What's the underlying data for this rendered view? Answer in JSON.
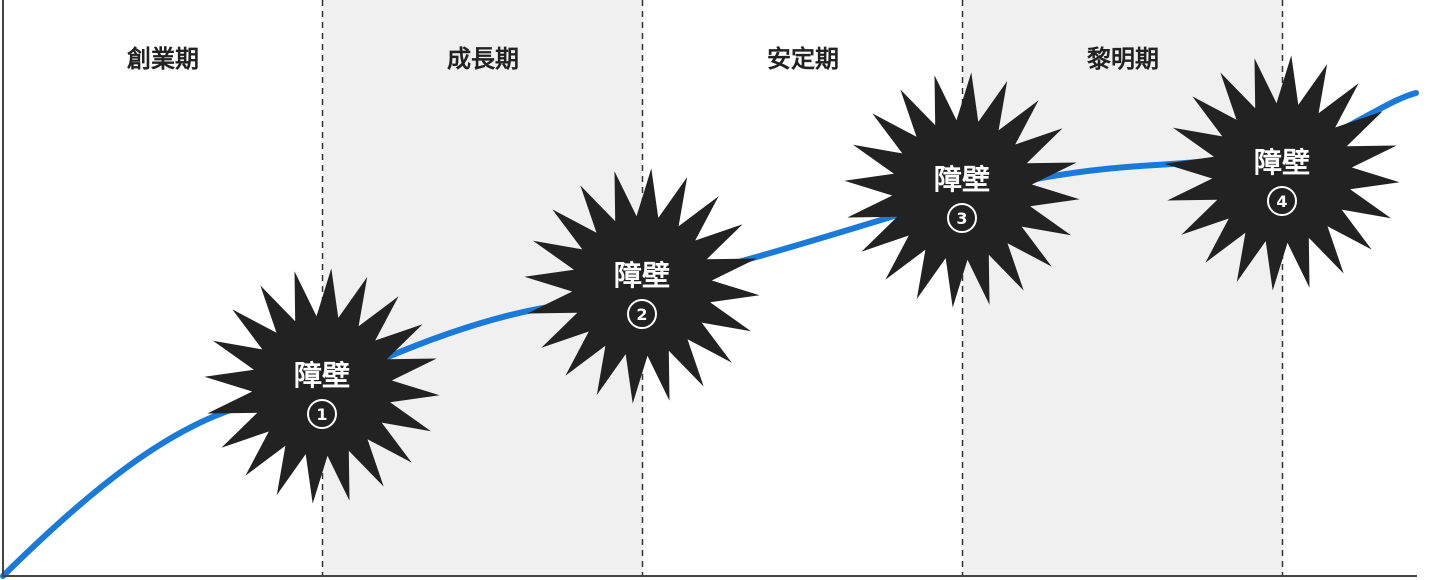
{
  "phases": [
    {
      "label": "創業期",
      "shaded": false
    },
    {
      "label": "成長期",
      "shaded": true
    },
    {
      "label": "安定期",
      "shaded": false
    },
    {
      "label": "黎明期",
      "shaded": true
    }
  ],
  "walls": [
    {
      "label": "障壁",
      "number": "1"
    },
    {
      "label": "障壁",
      "number": "2"
    },
    {
      "label": "障壁",
      "number": "3"
    },
    {
      "label": "障壁",
      "number": "4"
    }
  ],
  "colors": {
    "curve": "#1a7ad9",
    "burst": "#222222",
    "shade": "#f0f0f0",
    "axis": "#444444"
  }
}
